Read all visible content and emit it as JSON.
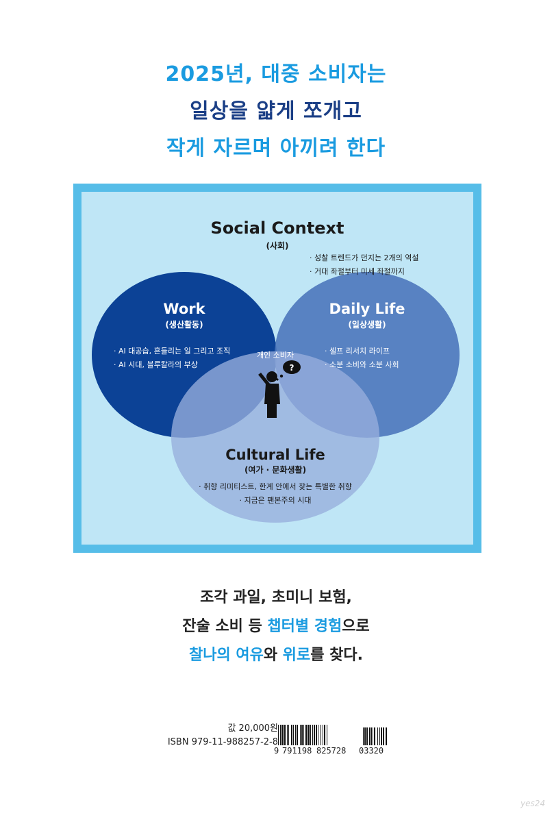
{
  "headline": {
    "line1": "2025년, 대중 소비자는",
    "line2": "일상을 얇게 쪼개고",
    "line3": "작게 자르며 아끼려 한다"
  },
  "diagram": {
    "social": {
      "title": "Social Context",
      "subtitle": "(사회)",
      "bullets": [
        "· 성찰 트렌드가 던지는 2개의 역설",
        "· 거대 좌절부터 미세 좌절까지"
      ]
    },
    "work": {
      "title": "Work",
      "subtitle": "(생산활동)",
      "bullets": [
        "· AI 대공습, 흔들리는 일 그리고 조직",
        "· AI 시대, 블루칼라의 부상"
      ]
    },
    "daily": {
      "title": "Daily Life",
      "subtitle": "(일상생활)",
      "bullets": [
        "· 셀프 리서치 라이프",
        "· 소분 소비와 소분 사회"
      ]
    },
    "cultural": {
      "title": "Cultural Life",
      "subtitle": "(여가 · 문화생활)",
      "bullets": [
        "· 취향 리미티스트, 한계 안에서 찾는 특별한 취향",
        "· 지금은 팬본주의 시대"
      ]
    },
    "center": {
      "label": "개인 소비자",
      "thought_glyph": "?"
    }
  },
  "footer": {
    "line1": "조각 과일, 초미니 보험,",
    "line2_pre": "잔술 소비 등 ",
    "line2_hl": "챕터별 경험",
    "line2_post": "으로",
    "line3_hl1": "찰나의 여유",
    "line3_mid1": "와 ",
    "line3_hl2": "위로",
    "line3_mid2": "를 찾다."
  },
  "price": {
    "label": "값 20,000원",
    "isbn": "ISBN  979-11-988257-2-8"
  },
  "barcode": {
    "lead": "9",
    "group1": "791198",
    "group2": "825728",
    "addon": "03320"
  },
  "watermark": "yes24",
  "colors": {
    "headline_blue": "#1a9be0",
    "headline_navy": "#1b3f86",
    "frame_border": "#56bde8",
    "frame_fill": "#bfe6f6",
    "work_circle": "#0c4296",
    "daily_circle": "#5d84c3",
    "cultural_circle": "#a2b7e0"
  }
}
